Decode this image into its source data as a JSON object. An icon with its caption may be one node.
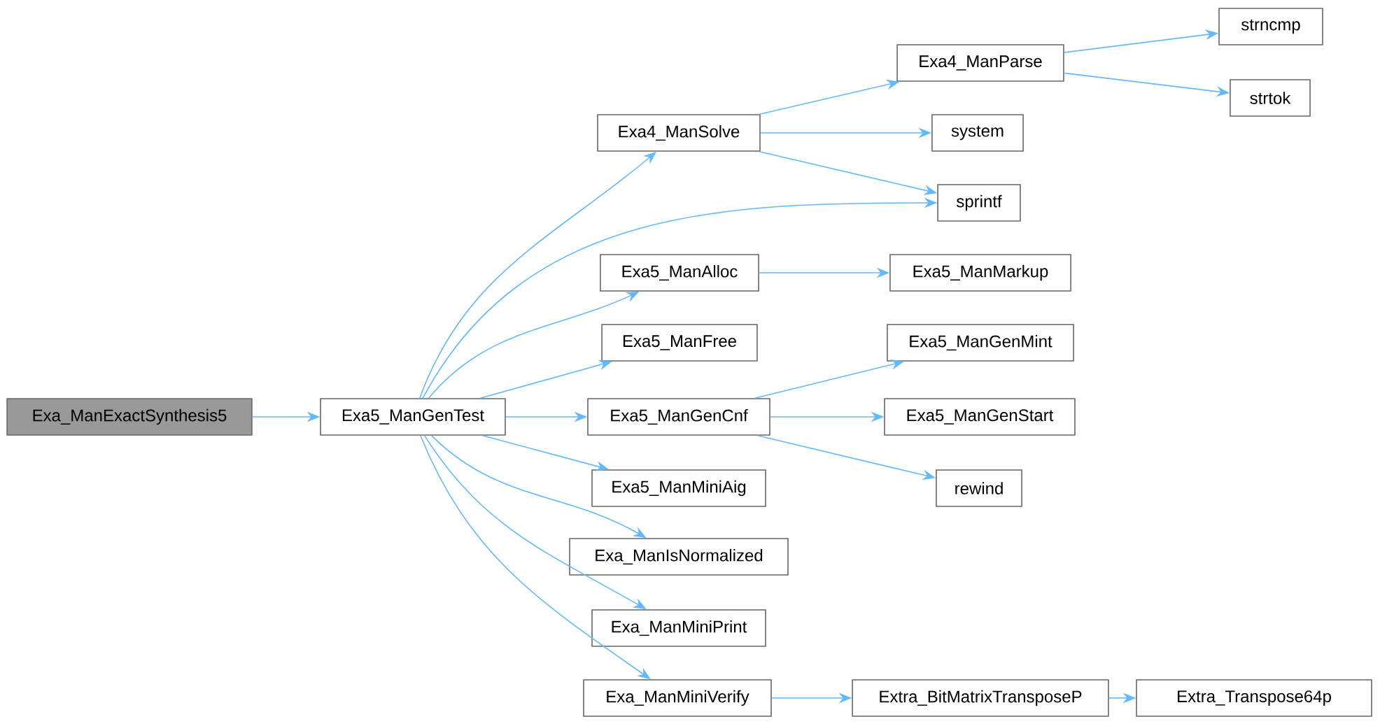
{
  "diagram": {
    "nodes": [
      {
        "text": [
          "Exa_ManExactSynthesis5"
        ]
      },
      {
        "text": [
          "Exa5_ManGenTest"
        ]
      },
      {
        "text": [
          "Exa4_ManSolve"
        ]
      },
      {
        "text": [
          "Exa4_ManParse"
        ]
      },
      {
        "text": [
          "strncmp"
        ]
      },
      {
        "text": [
          "strtok"
        ]
      },
      {
        "text": [
          "system"
        ]
      },
      {
        "text": [
          "sprintf"
        ]
      },
      {
        "text": [
          "Exa5_ManAlloc"
        ]
      },
      {
        "text": [
          "Exa5_ManMarkup"
        ]
      },
      {
        "text": [
          "Exa5_ManFree"
        ]
      },
      {
        "text": [
          "Exa5_ManGenMint"
        ]
      },
      {
        "text": [
          "Exa5_ManGenCnf"
        ]
      },
      {
        "text": [
          "Exa5_ManGenStart"
        ]
      },
      {
        "text": [
          "rewind"
        ]
      },
      {
        "text": [
          "Exa5_ManMiniAig"
        ]
      },
      {
        "text": [
          "Exa_ManIsNormalized"
        ]
      },
      {
        "text": [
          "Exa_ManMiniPrint"
        ]
      },
      {
        "text": [
          "Exa_ManMiniVerify"
        ]
      },
      {
        "text": [
          "Extra_BitMatrixTransposeP"
        ]
      },
      {
        "text": [
          "Extra_Transpose64p"
        ]
      }
    ],
    "edges": [
      {
        "from": 0,
        "to": 1,
        "arrow": "to"
      },
      {
        "from": 1,
        "to": 2,
        "arrow": "to"
      },
      {
        "from": 1,
        "to": 7,
        "arrow": "to"
      },
      {
        "from": 1,
        "to": 8,
        "arrow": "to"
      },
      {
        "from": 1,
        "to": 10,
        "arrow": "to"
      },
      {
        "from": 1,
        "to": 12,
        "arrow": "to"
      },
      {
        "from": 1,
        "to": 15,
        "arrow": "to"
      },
      {
        "from": 1,
        "to": 16,
        "arrow": "to"
      },
      {
        "from": 1,
        "to": 17,
        "arrow": "to"
      },
      {
        "from": 1,
        "to": 18,
        "arrow": "to"
      },
      {
        "from": 2,
        "to": 3,
        "arrow": "to"
      },
      {
        "from": 2,
        "to": 6,
        "arrow": "to"
      },
      {
        "from": 2,
        "to": 7,
        "arrow": "to"
      },
      {
        "from": 3,
        "to": 4,
        "arrow": "to"
      },
      {
        "from": 3,
        "to": 5,
        "arrow": "to"
      },
      {
        "from": 8,
        "to": 9,
        "arrow": "to"
      },
      {
        "from": 12,
        "to": 11,
        "arrow": "to"
      },
      {
        "from": 12,
        "to": 13,
        "arrow": "to"
      },
      {
        "from": 12,
        "to": 14,
        "arrow": "to"
      },
      {
        "from": 18,
        "to": 19,
        "arrow": "to"
      },
      {
        "from": 19,
        "to": 20,
        "arrow": "to"
      }
    ]
  }
}
